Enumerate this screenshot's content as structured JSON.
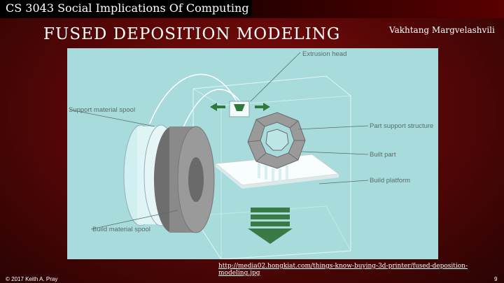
{
  "header": {
    "course": "CS 3043 Social Implications Of Computing"
  },
  "slide": {
    "title": "FUSED DEPOSITION MODELING",
    "author": "Vakhtang Margvelashvili"
  },
  "diagram": {
    "labels": {
      "extrusion_head": "Extrusion head",
      "support_spool": "Support material spool",
      "part_support": "Part support structure",
      "built_part": "Built part",
      "build_platform": "Build platform",
      "build_spool": "Build material spool"
    },
    "colors": {
      "background": "#a8dcdc",
      "arrow": "#2f7a3a",
      "spool_light": "#e6f6f6",
      "spool_dark": "#7a7a7a",
      "part": "#8a8a8a"
    }
  },
  "footer": {
    "url": "http://media02.hongkiat.com/things-know-buying-3d-printer/fused-deposition-modeling.jpg",
    "copyright": "© 2017 Keith A. Pray",
    "page": "9"
  }
}
